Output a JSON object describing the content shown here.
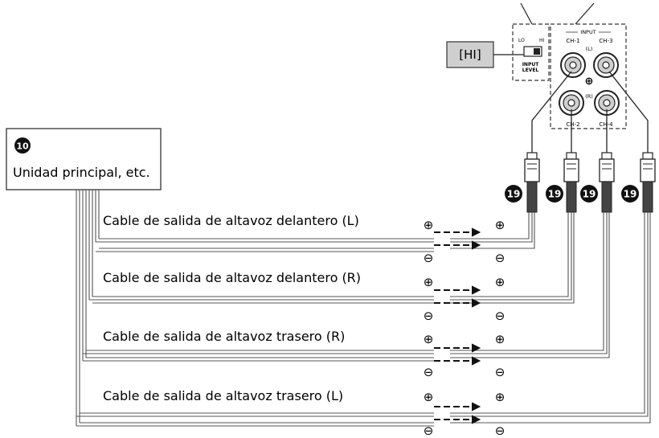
{
  "hi_label": "[HI]",
  "head_unit": {
    "badge": "10",
    "label": "Unidad principal, etc."
  },
  "connector_badge": "19",
  "amplifier": {
    "switch_low": "LO",
    "switch_high": "HI",
    "input_level": [
      "INPUT",
      "LEVEL"
    ],
    "input_header": "INPUT",
    "channels": [
      "CH-1",
      "CH-3",
      "CH-2",
      "CH-4"
    ],
    "side_left": "(L)",
    "side_right": "(R)",
    "ground_symbol": "⊕"
  },
  "polarity": {
    "plus": "⊕",
    "minus": "⊖"
  },
  "cables": [
    {
      "label": "Cable de salida de altavoz delantero (L)"
    },
    {
      "label": "Cable de salida de altavoz delantero (R)"
    },
    {
      "label": "Cable de salida de altavoz trasero (R)"
    },
    {
      "label": "Cable de salida de altavoz trasero (L)"
    }
  ],
  "colors": {
    "line": "#222222",
    "wire": "#555555",
    "label_fill": "#cfcfcf",
    "badge": "#111111"
  }
}
